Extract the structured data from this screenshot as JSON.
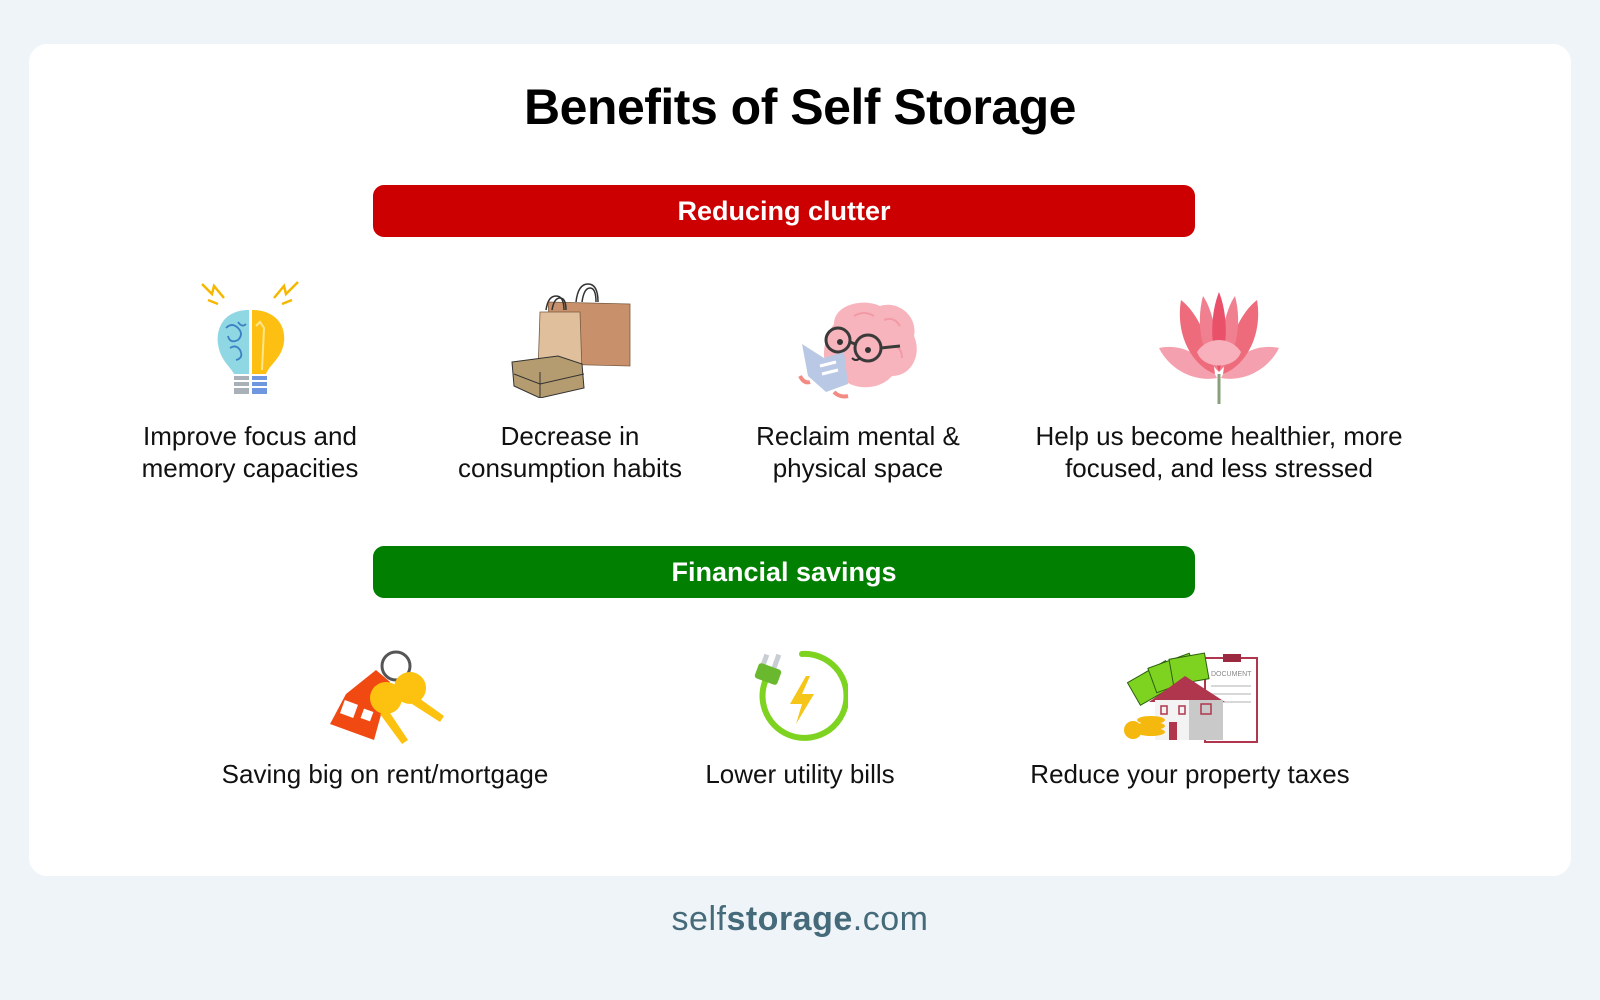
{
  "title": "Benefits of Self Storage",
  "sections": [
    {
      "heading": "Reducing clutter",
      "color": "#cc0000",
      "items": [
        {
          "icon": "brain-lightbulb-icon",
          "line1": "Improve focus and",
          "line2": "memory capacities"
        },
        {
          "icon": "shopping-bags-icon",
          "line1": "Decrease in",
          "line2": "consumption habits"
        },
        {
          "icon": "reading-brain-icon",
          "line1": "Reclaim mental &",
          "line2": "physical space"
        },
        {
          "icon": "lotus-flower-icon",
          "line1": "Help us become healthier, more",
          "line2": "focused, and less stressed"
        }
      ]
    },
    {
      "heading": "Financial savings",
      "color": "#007f00",
      "items": [
        {
          "icon": "house-keys-icon",
          "label": "Saving big on rent/mortgage"
        },
        {
          "icon": "power-plug-icon",
          "label": "Lower utility bills"
        },
        {
          "icon": "property-tax-icon",
          "label": "Reduce your property taxes",
          "doc_text": "DOCUMENT"
        }
      ]
    }
  ],
  "footer": {
    "logo_prefix": "self",
    "logo_bold": "storage",
    "logo_suffix": ".com"
  }
}
